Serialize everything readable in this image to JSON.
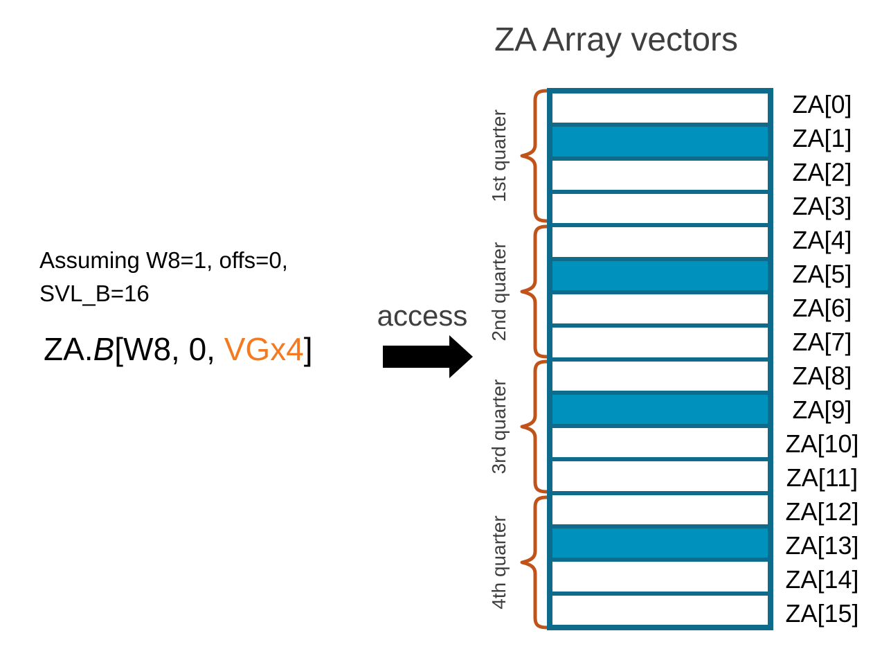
{
  "title": "ZA Array vectors",
  "left_panel": {
    "assumption_line1": "Assuming W8=1, offs=0,",
    "assumption_line2": "SVL_B=16",
    "expression": {
      "prefix": "ZA.",
      "tile_letter": "B",
      "middle": "[W8, 0, ",
      "vector_group": "VGx4",
      "suffix": "]"
    }
  },
  "access_label": "access",
  "array": {
    "quarters": [
      "1st quarter",
      "2nd quarter",
      "3rd quarter",
      "4th quarter"
    ],
    "rows": [
      {
        "label": "ZA[0]",
        "filled": false
      },
      {
        "label": "ZA[1]",
        "filled": true
      },
      {
        "label": "ZA[2]",
        "filled": false
      },
      {
        "label": "ZA[3]",
        "filled": false
      },
      {
        "label": "ZA[4]",
        "filled": false
      },
      {
        "label": "ZA[5]",
        "filled": true
      },
      {
        "label": "ZA[6]",
        "filled": false
      },
      {
        "label": "ZA[7]",
        "filled": false
      },
      {
        "label": "ZA[8]",
        "filled": false
      },
      {
        "label": "ZA[9]",
        "filled": true
      },
      {
        "label": "ZA[10]",
        "filled": false
      },
      {
        "label": "ZA[11]",
        "filled": false
      },
      {
        "label": "ZA[12]",
        "filled": false
      },
      {
        "label": "ZA[13]",
        "filled": true
      },
      {
        "label": "ZA[14]",
        "filled": false
      },
      {
        "label": "ZA[15]",
        "filled": false
      }
    ]
  },
  "colors": {
    "row_fill": "#0091BC",
    "outline": "#0E6B8C",
    "brace": "#C0531A",
    "vector_group_text": "#F4791F",
    "heading_text": "#3F3F3F"
  }
}
